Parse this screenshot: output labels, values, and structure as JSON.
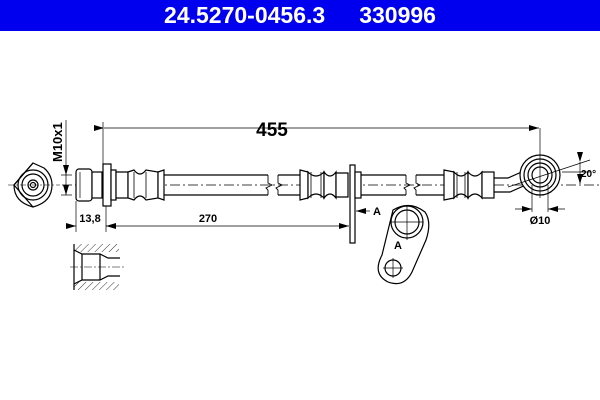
{
  "header": {
    "part_number": "24.5270-0456.3",
    "ref_number": "330996",
    "background_color": "#0000ee",
    "text_color": "#ffffff"
  },
  "drawing": {
    "overall_length": "455",
    "thread_label": "M10x1",
    "fitting_length": "13,8",
    "bracket_position": "270",
    "section_marker_arrow": "A",
    "section_view_label": "A",
    "eye_angle": "20°",
    "eye_diameter": "Ø10"
  }
}
